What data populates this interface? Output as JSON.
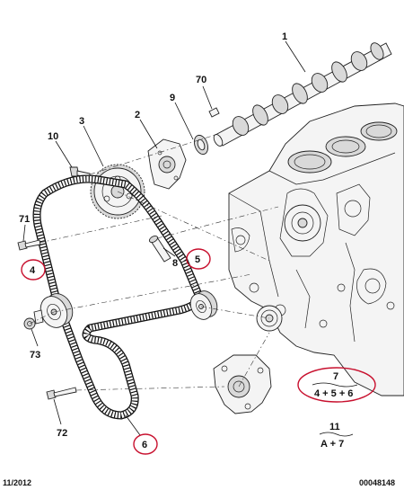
{
  "callouts": {
    "c1": "1",
    "c2": "2",
    "c3": "3",
    "c4": "4",
    "c5": "5",
    "c6": "6",
    "c7": "7",
    "c7_formula": "4 + 5 + 6",
    "c8": "8",
    "c9": "9",
    "c10": "10",
    "c11": "11",
    "c11_formula": "A + 7",
    "c70": "70",
    "c71": "71",
    "c72": "72",
    "c73": "73"
  },
  "footer": {
    "date": "11/2012",
    "reference": "00048148"
  },
  "colors": {
    "highlight": "#c8102e",
    "line": "#222222",
    "background": "#ffffff"
  }
}
